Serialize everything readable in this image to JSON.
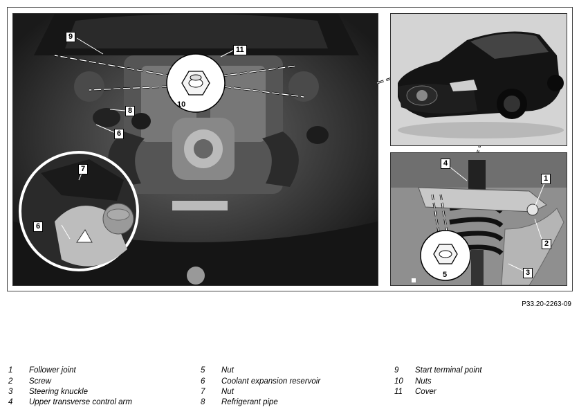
{
  "figure_ref": "P33.20-2263-09",
  "callouts": {
    "engine": [
      "9",
      "11",
      "10",
      "8",
      "6",
      "7",
      "6"
    ],
    "suspension": [
      "4",
      "1",
      "2",
      "3",
      "5"
    ]
  },
  "legend": [
    {
      "num": "1",
      "text": "Follower joint"
    },
    {
      "num": "2",
      "text": "Screw"
    },
    {
      "num": "3",
      "text": "Steering knuckle"
    },
    {
      "num": "4",
      "text": "Upper transverse control arm"
    },
    {
      "num": "5",
      "text": "Nut"
    },
    {
      "num": "6",
      "text": "Coolant expansion reservoir"
    },
    {
      "num": "7",
      "text": "Nut"
    },
    {
      "num": "8",
      "text": "Refrigerant pipe"
    },
    {
      "num": "9",
      "text": "Start terminal point"
    },
    {
      "num": "10",
      "text": "Nuts"
    },
    {
      "num": "11",
      "text": "Cover"
    }
  ]
}
